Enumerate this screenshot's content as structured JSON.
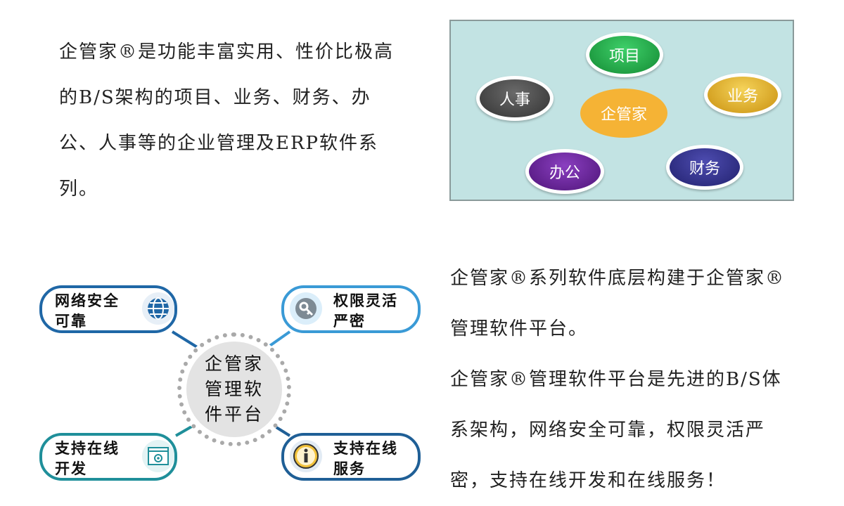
{
  "intro": {
    "text": "企管家®是功能丰富实用、性价比极高的B/S架构的项目、业务、财务、办公、人事等的企业管理及ERP软件系列。"
  },
  "diagram": {
    "center": "企管家",
    "nodes": {
      "project": "项目",
      "business": "业务",
      "hr": "人事",
      "office": "办公",
      "finance": "财务"
    },
    "colors": {
      "background": "#c2e3e3",
      "center": "#f5b335",
      "project": "#1a9a3c",
      "business": "#d9a21c",
      "hr": "#4a4a4a",
      "office": "#5f1f8f",
      "finance": "#2e2d85"
    }
  },
  "platform": {
    "hub": "企管家管理软件平台",
    "features": {
      "security": "网络安全可靠",
      "permissions": "权限灵活严密",
      "online_dev": "支持在线开发",
      "online_service": "支持在线服务"
    },
    "icons": {
      "security": "globe-icon",
      "permissions": "key-icon",
      "online_dev": "gear-window-icon",
      "online_service": "info-icon"
    },
    "colors": {
      "security": "#1f67a6",
      "permissions": "#3a9ad6",
      "online_dev": "#1f8f9a",
      "online_service": "#1f5f96"
    }
  },
  "description": {
    "p1": "企管家®系列软件底层构建于企管家®管理软件平台。",
    "p2": "企管家®管理软件平台是先进的B/S体系架构，网络安全可靠，权限灵活严密，支持在线开发和在线服务！"
  }
}
